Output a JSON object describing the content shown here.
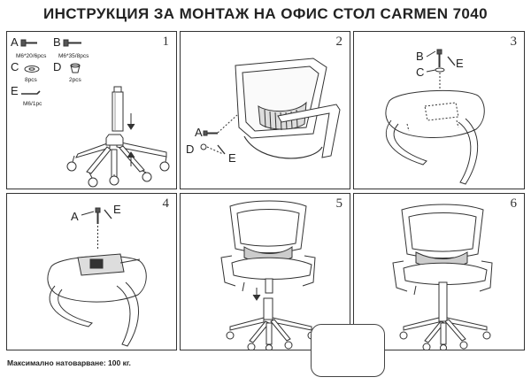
{
  "title": "ИНСТРУКЦИЯ ЗА МОНТАЖ НА ОФИС СТОЛ CARMEN 7040",
  "footer": {
    "max_load": "Максимално натоварване: 100 кг."
  },
  "panels": [
    {
      "number": "1",
      "parts": [
        {
          "letter": "A",
          "spec": "M6*20/6pcs"
        },
        {
          "letter": "B",
          "spec": "M6*35/8pcs"
        },
        {
          "letter": "C",
          "spec": "8pcs"
        },
        {
          "letter": "D",
          "spec": "2pcs"
        },
        {
          "letter": "E",
          "spec": "M6/1pc"
        }
      ]
    },
    {
      "number": "2",
      "labels": [
        "A",
        "D",
        "E"
      ]
    },
    {
      "number": "3",
      "labels": [
        "B",
        "C",
        "E"
      ]
    },
    {
      "number": "4",
      "labels": [
        "A",
        "E"
      ]
    },
    {
      "number": "5"
    },
    {
      "number": "6"
    }
  ]
}
